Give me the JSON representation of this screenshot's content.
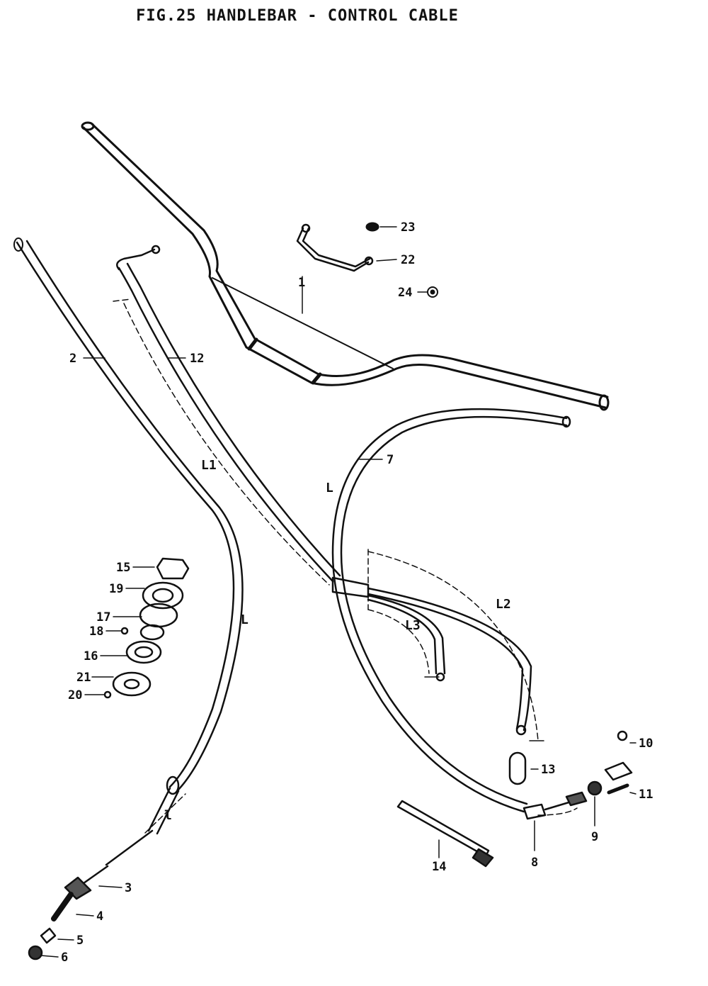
{
  "figure": {
    "title": "FIG.25  HANDLEBAR - CONTROL CABLE"
  },
  "dimension_labels": {
    "L": "L",
    "L1": "L1",
    "L2": "L2",
    "L3": "L3",
    "l": "l"
  },
  "parts": [
    {
      "no": "1"
    },
    {
      "no": "2"
    },
    {
      "no": "3"
    },
    {
      "no": "4"
    },
    {
      "no": "5"
    },
    {
      "no": "6"
    },
    {
      "no": "7"
    },
    {
      "no": "8"
    },
    {
      "no": "9"
    },
    {
      "no": "10"
    },
    {
      "no": "11"
    },
    {
      "no": "12"
    },
    {
      "no": "13"
    },
    {
      "no": "14"
    },
    {
      "no": "15"
    },
    {
      "no": "16"
    },
    {
      "no": "17"
    },
    {
      "no": "18"
    },
    {
      "no": "19"
    },
    {
      "no": "20"
    },
    {
      "no": "21"
    },
    {
      "no": "22"
    },
    {
      "no": "23"
    },
    {
      "no": "24"
    }
  ]
}
